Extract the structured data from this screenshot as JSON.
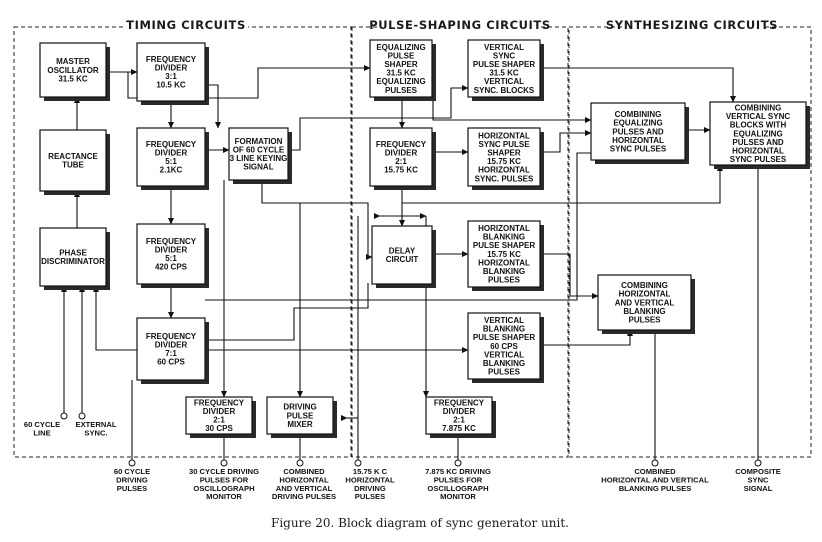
{
  "sections": {
    "timing": "TIMING CIRCUITS",
    "pulse_shaping": "PULSE-SHAPING CIRCUITS",
    "synthesizing": "SYNTHESIZING CIRCUITS"
  },
  "blocks": {
    "master_osc": [
      "MASTER",
      "OSCILLATOR",
      "31.5 KC"
    ],
    "reactance": [
      "REACTANCE",
      "TUBE"
    ],
    "phase_disc": [
      "PHASE",
      "DISCRIMINATOR"
    ],
    "fd1": [
      "FREQUENCY",
      "DIVIDER",
      "3:1",
      "10.5 KC"
    ],
    "fd2": [
      "FREQUENCY",
      "DIVIDER",
      "5:1",
      "2.1KC"
    ],
    "fd3": [
      "FREQUENCY",
      "DIVIDER",
      "5:1",
      "420 CPS"
    ],
    "fd4": [
      "FREQUENCY",
      "DIVIDER",
      "7:1",
      "60 CPS"
    ],
    "formation": [
      "FORMATION",
      "OF 60 CYCLE",
      "3 LINE KEYING",
      "SIGNAL"
    ],
    "fd_30": [
      "FREQUENCY",
      "DIVIDER",
      "2:1",
      "30 CPS"
    ],
    "mixer": [
      "DRIVING",
      "PULSE",
      "MIXER"
    ],
    "eq_shaper": [
      "EQUALIZING",
      "PULSE",
      "SHAPER",
      "31.5 KC",
      "EQUALIZING",
      "PULSES"
    ],
    "vs_shaper": [
      "VERTICAL",
      "SYNC",
      "PULSE SHAPER",
      "31.5 KC",
      "VERTICAL",
      "SYNC. BLOCKS"
    ],
    "fd_1575": [
      "FREQUENCY",
      "DIVIDER",
      "2:1",
      "15.75 KC"
    ],
    "hs_shaper": [
      "HORIZONTAL",
      "SYNC PULSE",
      "SHAPER",
      "15.75 KC",
      "HORIZONTAL",
      "SYNC. PULSES"
    ],
    "delay": [
      "DELAY",
      "CIRCUIT"
    ],
    "hb_shaper": [
      "HORIZONTAL",
      "BLANKING",
      "PULSE SHAPER",
      "15.75 KC",
      "HORIZONTAL",
      "BLANKING",
      "PULSES"
    ],
    "vb_shaper": [
      "VERTICAL",
      "BLANKING",
      "PULSE SHAPER",
      "60 CPS",
      "VERTICAL",
      "BLANKING",
      "PULSES"
    ],
    "fd_7875": [
      "FREQUENCY",
      "DIVIDER",
      "2:1",
      "7.875 KC"
    ],
    "comb_eq": [
      "COMBINING",
      "EQUALIZING",
      "PULSES AND",
      "HORIZONTAL",
      "SYNC PULSES"
    ],
    "comb_vert": [
      "COMBINING",
      "VERTICAL SYNC",
      "BLOCKS WITH",
      "EQUALIZING",
      "PULSES AND",
      "HORIZONTAL",
      "SYNC PULSES"
    ],
    "comb_hv": [
      "COMBINING",
      "HORIZONTAL",
      "AND VERTICAL",
      "BLANKING",
      "PULSES"
    ]
  },
  "labels": {
    "cycle_line": [
      "60 CYCLE",
      "LINE"
    ],
    "ext_sync": [
      "EXTERNAL",
      "SYNC."
    ],
    "out_60": [
      "60 CYCLE",
      "DRIVING",
      "PULSES"
    ],
    "out_30": [
      "30 CYCLE DRIVING",
      "PULSES FOR",
      "OSCILLOGRAPH",
      "MONITOR"
    ],
    "out_comb_drive": [
      "COMBINED",
      "HORIZONTAL",
      "AND VERTICAL",
      "DRIVING PULSES"
    ],
    "out_1575": [
      "15.75 K C",
      "HORIZONTAL",
      "DRIVING",
      "PULSES"
    ],
    "out_7875": [
      "7.875 KC DRIVING",
      "PULSES FOR",
      "OSCILLOGRAPH",
      "MONITOR"
    ],
    "out_comb_blank": [
      "COMBINED",
      "HORIZONTAL AND VERTICAL",
      "BLANKING PULSES"
    ],
    "out_composite": [
      "COMPOSITE",
      "SYNC",
      "SIGNAL"
    ]
  },
  "caption": "Figure 20.  Block diagram of sync generator unit."
}
